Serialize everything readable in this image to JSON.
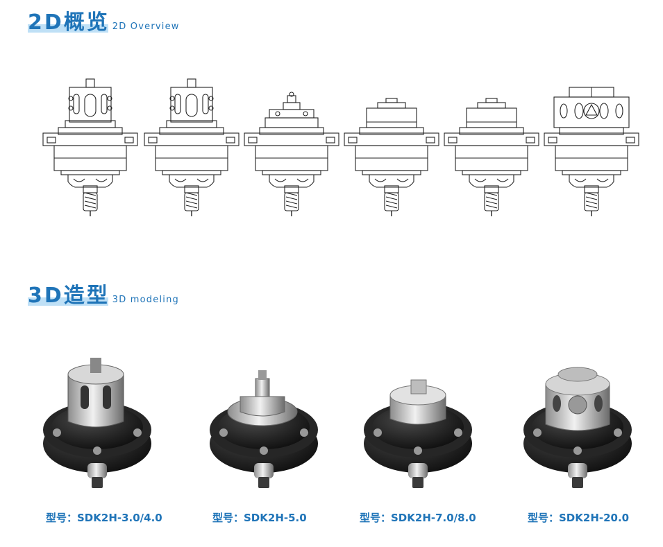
{
  "sections": {
    "overview": {
      "title": "2D概览",
      "subtitle": "2D Overview"
    },
    "modeling": {
      "title": "3D造型",
      "subtitle": "3D modeling"
    }
  },
  "drawings": [
    {
      "variant": "cylinder-cage"
    },
    {
      "variant": "cylinder-cage"
    },
    {
      "variant": "small-cap"
    },
    {
      "variant": "flat-cap"
    },
    {
      "variant": "flat-cap"
    },
    {
      "variant": "wide-cage"
    }
  ],
  "models": [
    {
      "caption": "型号：SDK2H-3.0/4.0",
      "variant": "tall-cage"
    },
    {
      "caption": "型号：SDK2H-5.0",
      "variant": "small-cap"
    },
    {
      "caption": "型号：SDK2H-7.0/8.0",
      "variant": "flat-cap"
    },
    {
      "caption": "型号：SDK2H-20.0",
      "variant": "wide-cage"
    }
  ],
  "colors": {
    "accent": "#1f74b8",
    "highlight": "#bfe0f6",
    "line": "#222222",
    "metal_dark": "#1c1c1c",
    "metal_light": "#c9c9c9"
  }
}
